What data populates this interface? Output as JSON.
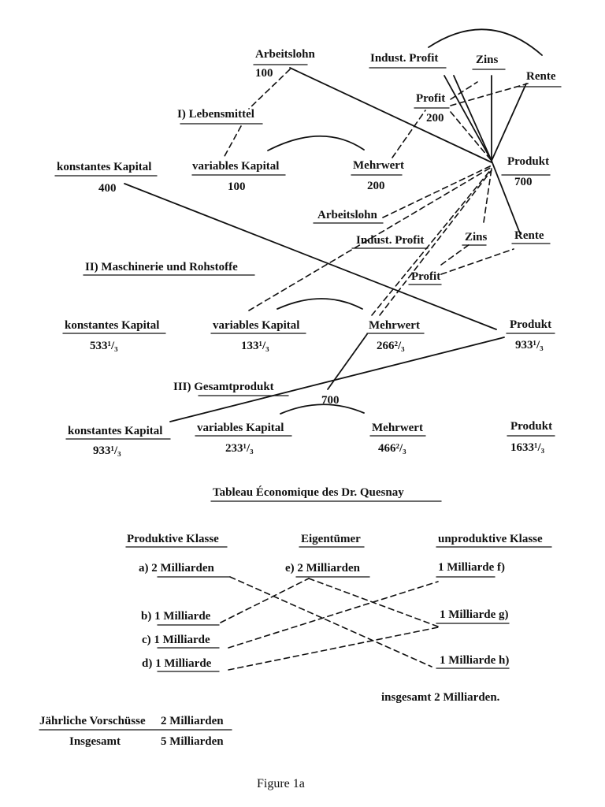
{
  "block1": {
    "heading": "I) Lebensmittel",
    "konstantes_kapital": "konstantes Kapital",
    "konstantes_kapital_value": "400",
    "variables_kapital": "variables Kapital",
    "variables_kapital_value": "100",
    "mehrwert": "Mehrwert",
    "mehrwert_value": "200",
    "produkt": "Produkt",
    "produkt_value": "700",
    "arbeitslohn": "Arbeitslohn",
    "arbeitslohn_value": "100",
    "profit": "Profit",
    "profit_value": "200",
    "indust_profit": "Indust. Profit",
    "zins": "Zins",
    "rente": "Rente"
  },
  "block2": {
    "heading": "II) Maschinerie und Rohstoffe",
    "arbeitslohn": "Arbeitslohn",
    "indust_profit": "Indust. Profit",
    "zins": "Zins",
    "rente": "Rente",
    "profit": "Profit",
    "konstantes_kapital": "konstantes Kapital",
    "konstantes_kapital_value": "533¹/₃",
    "variables_kapital": "variables Kapital",
    "variables_kapital_value": "133¹/₃",
    "mehrwert": "Mehrwert",
    "mehrwert_value": "266²/₃",
    "produkt": "Produkt",
    "produkt_value": "933¹/₃"
  },
  "block3": {
    "heading": "III) Gesamtprodukt",
    "connector_value": "700",
    "konstantes_kapital": "konstantes Kapital",
    "konstantes_kapital_value": "933¹/₃",
    "variables_kapital": "variables Kapital",
    "variables_kapital_value": "233¹/₃",
    "mehrwert": "Mehrwert",
    "mehrwert_value": "466²/₃",
    "produkt": "Produkt",
    "produkt_value": "1633¹/₃"
  },
  "tableau": {
    "title": "Tableau Économique des Dr. Quesnay",
    "produktive_klasse": "Produktive Klasse",
    "eigentuemer": "Eigentümer",
    "unproduktive_klasse": "unproduktive Klasse",
    "a": "a) 2 Milliarden",
    "b": "b) 1 Milliarde",
    "c": "c) 1 Milliarde",
    "d": "d) 1 Milliarde",
    "e": "e) 2 Milliarden",
    "f": "1 Milliarde f)",
    "g": "1 Milliarde g)",
    "h": "1 Milliarde h)",
    "insgesamt_unproduktiv": "insgesamt 2 Milliarden.",
    "jaehrliche_vorschuesse": "Jährliche Vorschüsse",
    "jaehrliche_vorschuesse_value": "2 Milliarden",
    "insgesamt": "Insgesamt",
    "insgesamt_value": "5 Milliarden"
  },
  "caption": "Figure 1a"
}
